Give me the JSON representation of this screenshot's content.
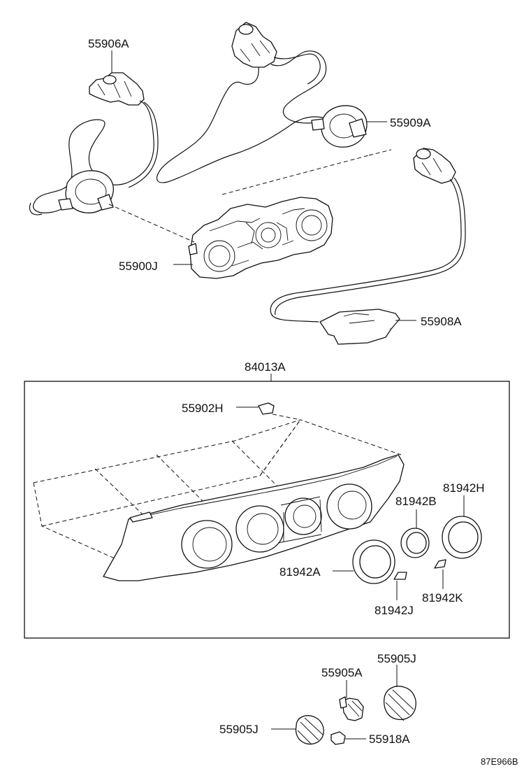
{
  "parts": {
    "p55906A": "55906A",
    "p55909A": "55909A",
    "p55900J": "55900J",
    "p55908A": "55908A",
    "p84013A": "84013A",
    "p55902H": "55902H",
    "p81942H": "81942H",
    "p81942B": "81942B",
    "p81942A": "81942A",
    "p81942K": "81942K",
    "p81942J": "81942J",
    "p55905J_top": "55905J",
    "p55905A": "55905A",
    "p55905J_left": "55905J",
    "p55918A": "55918A"
  },
  "diagram_ref": "87E966B"
}
